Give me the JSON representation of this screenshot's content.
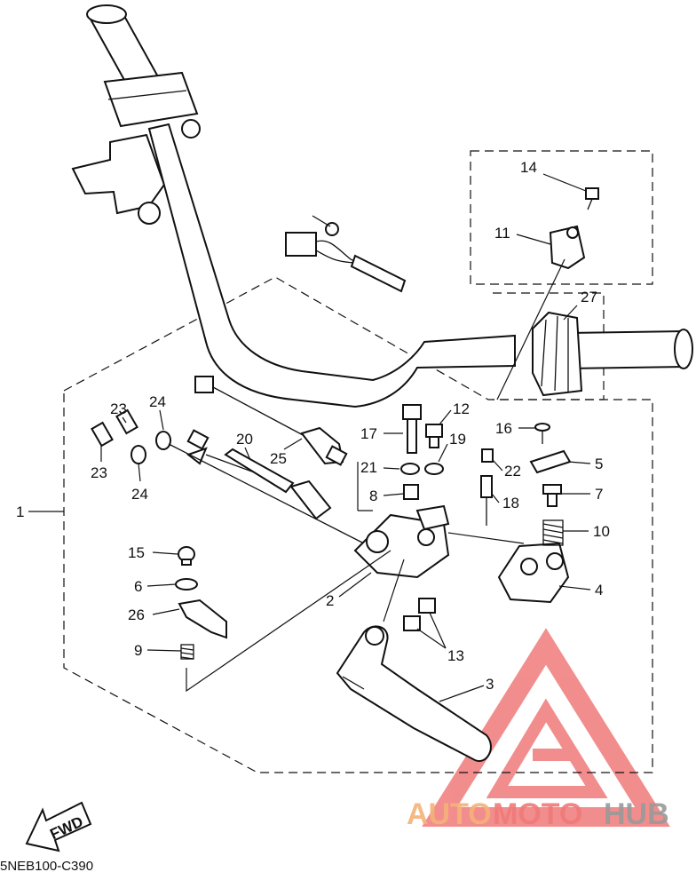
{
  "diagram_code": "5NEB100-C390",
  "fwd_label": "FWD",
  "watermark": {
    "part1": "AUTO",
    "part2": "MOTO",
    "part3": "HUB",
    "color_red": "#f07a7a",
    "color_orange": "#f5b27a",
    "color_grey": "#9a9a9a"
  },
  "callouts": [
    "1",
    "2",
    "3",
    "4",
    "5",
    "6",
    "7",
    "8",
    "9",
    "10",
    "11",
    "12",
    "13",
    "14",
    "15",
    "16",
    "17",
    "18",
    "19",
    "20",
    "21",
    "22",
    "23",
    "23",
    "24",
    "24",
    "25",
    "26",
    "27"
  ]
}
